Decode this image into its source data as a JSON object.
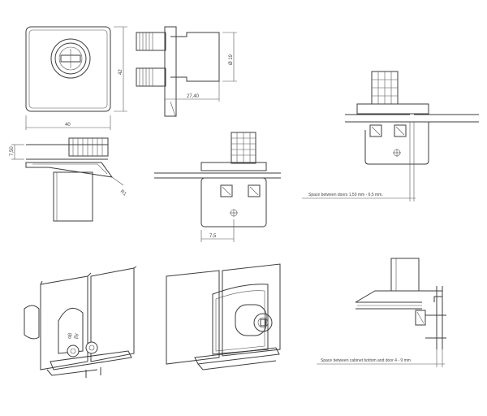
{
  "dimensions": {
    "width_40": "40",
    "height_42": "42",
    "depth_27_40": "27,40",
    "dia_19": "Ø 19",
    "height_7_50": "7,50",
    "radius_R1": "R1",
    "offset_7_5": "7,5"
  },
  "notes": {
    "space_between_doors": "Space between doors 1,50 mm - 6,5 mm.",
    "space_cabinet_bottom": "Space between cabinet bottom and door 4 - 9 mm"
  },
  "engraving": {
    "line1": "αβ",
    "line2": "βγ"
  },
  "colors": {
    "stroke": "#3c3c3c",
    "background": "#ffffff"
  }
}
